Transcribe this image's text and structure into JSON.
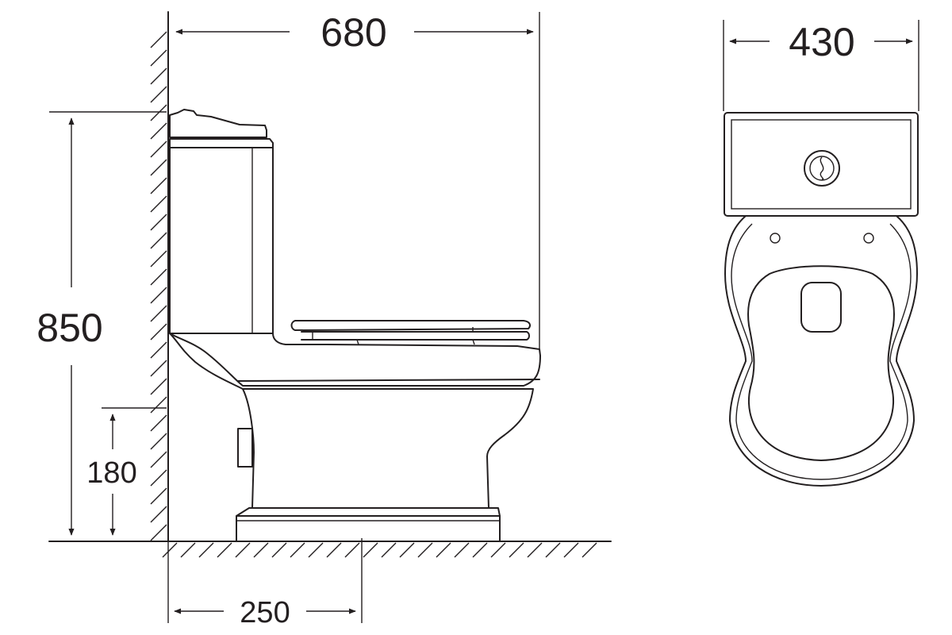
{
  "dimensions": {
    "overall_depth": "680",
    "overall_width": "430",
    "overall_height": "850",
    "inlet_height": "180",
    "rough_in": "250"
  }
}
